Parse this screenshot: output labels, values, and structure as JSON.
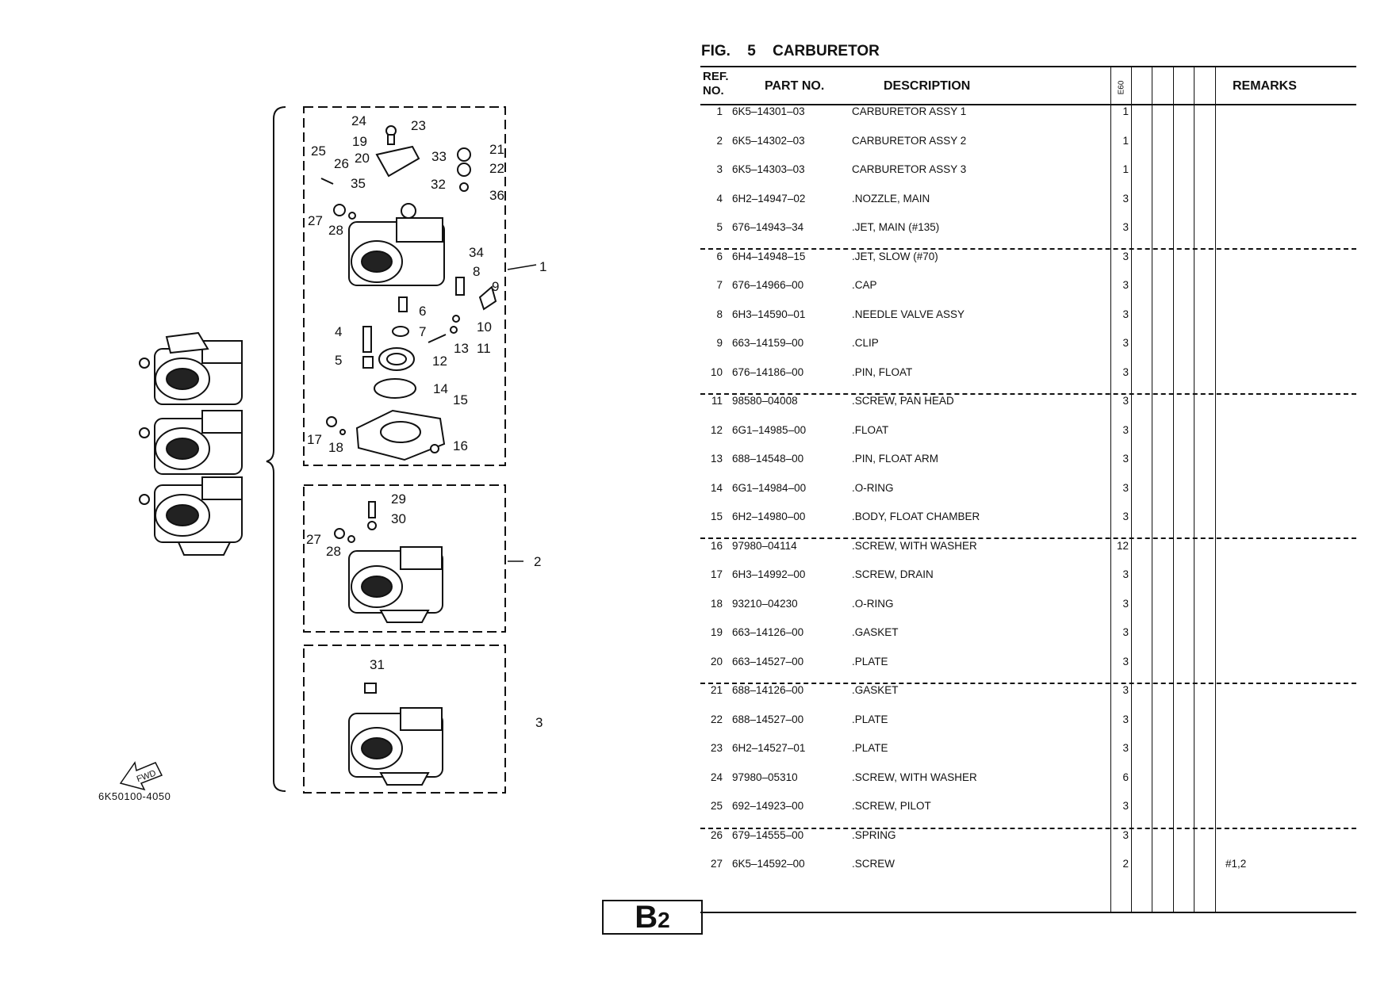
{
  "figure": {
    "fig_label": "FIG.",
    "fig_number": "5",
    "fig_title": "CARBURETOR"
  },
  "headers": {
    "ref": "REF.",
    "no": "NO.",
    "part_no": "PART NO.",
    "description": "DESCRIPTION",
    "model": "E60",
    "remarks": "REMARKS"
  },
  "rows": [
    {
      "ref": "1",
      "part": "6K5–14301–03",
      "desc": "CARBURETOR ASSY 1",
      "qty": "1",
      "rem": ""
    },
    {
      "ref": "2",
      "part": "6K5–14302–03",
      "desc": "CARBURETOR ASSY 2",
      "qty": "1",
      "rem": ""
    },
    {
      "ref": "3",
      "part": "6K5–14303–03",
      "desc": "CARBURETOR ASSY 3",
      "qty": "1",
      "rem": ""
    },
    {
      "ref": "4",
      "part": "6H2–14947–02",
      "desc": ".NOZZLE, MAIN",
      "qty": "3",
      "rem": ""
    },
    {
      "ref": "5",
      "part": "676–14943–34",
      "desc": ".JET, MAIN (#135)",
      "qty": "3",
      "rem": ""
    },
    {
      "ref": "6",
      "part": "6H4–14948–15",
      "desc": ".JET, SLOW (#70)",
      "qty": "3",
      "rem": ""
    },
    {
      "ref": "7",
      "part": "676–14966–00",
      "desc": ".CAP",
      "qty": "3",
      "rem": ""
    },
    {
      "ref": "8",
      "part": "6H3–14590–01",
      "desc": ".NEEDLE VALVE ASSY",
      "qty": "3",
      "rem": ""
    },
    {
      "ref": "9",
      "part": "663–14159–00",
      "desc": ".CLIP",
      "qty": "3",
      "rem": ""
    },
    {
      "ref": "10",
      "part": "676–14186–00",
      "desc": ".PIN, FLOAT",
      "qty": "3",
      "rem": ""
    },
    {
      "ref": "11",
      "part": "98580–04008",
      "desc": ".SCREW, PAN HEAD",
      "qty": "3",
      "rem": ""
    },
    {
      "ref": "12",
      "part": "6G1–14985–00",
      "desc": ".FLOAT",
      "qty": "3",
      "rem": ""
    },
    {
      "ref": "13",
      "part": "688–14548–00",
      "desc": ".PIN, FLOAT ARM",
      "qty": "3",
      "rem": ""
    },
    {
      "ref": "14",
      "part": "6G1–14984–00",
      "desc": ".O-RING",
      "qty": "3",
      "rem": ""
    },
    {
      "ref": "15",
      "part": "6H2–14980–00",
      "desc": ".BODY, FLOAT CHAMBER",
      "qty": "3",
      "rem": ""
    },
    {
      "ref": "16",
      "part": "97980–04114",
      "desc": ".SCREW, WITH WASHER",
      "qty": "12",
      "rem": ""
    },
    {
      "ref": "17",
      "part": "6H3–14992–00",
      "desc": ".SCREW, DRAIN",
      "qty": "3",
      "rem": ""
    },
    {
      "ref": "18",
      "part": "93210–04230",
      "desc": ".O-RING",
      "qty": "3",
      "rem": ""
    },
    {
      "ref": "19",
      "part": "663–14126–00",
      "desc": ".GASKET",
      "qty": "3",
      "rem": ""
    },
    {
      "ref": "20",
      "part": "663–14527–00",
      "desc": ".PLATE",
      "qty": "3",
      "rem": ""
    },
    {
      "ref": "21",
      "part": "688–14126–00",
      "desc": ".GASKET",
      "qty": "3",
      "rem": ""
    },
    {
      "ref": "22",
      "part": "688–14527–00",
      "desc": ".PLATE",
      "qty": "3",
      "rem": ""
    },
    {
      "ref": "23",
      "part": "6H2–14527–01",
      "desc": ".PLATE",
      "qty": "3",
      "rem": ""
    },
    {
      "ref": "24",
      "part": "97980–05310",
      "desc": ".SCREW, WITH WASHER",
      "qty": "6",
      "rem": ""
    },
    {
      "ref": "25",
      "part": "692–14923–00",
      "desc": ".SCREW, PILOT",
      "qty": "3",
      "rem": ""
    },
    {
      "ref": "26",
      "part": "679–14555–00",
      "desc": ".SPRING",
      "qty": "3",
      "rem": ""
    },
    {
      "ref": "27",
      "part": "6K5–14592–00",
      "desc": ".SCREW",
      "qty": "2",
      "rem": "#1,2"
    }
  ],
  "page": {
    "letter": "B",
    "number": "2"
  },
  "diagram": {
    "drawing_code": "6K50100-4050",
    "fwd": "FWD",
    "callouts": [
      "24",
      "23",
      "19",
      "20",
      "21",
      "22",
      "25",
      "26",
      "33",
      "35",
      "32",
      "36",
      "27",
      "28",
      "34",
      "8",
      "9",
      "1",
      "6",
      "4",
      "7",
      "10",
      "5",
      "13",
      "11",
      "12",
      "14",
      "15",
      "17",
      "18",
      "16",
      "29",
      "30",
      "27",
      "28",
      "2",
      "31",
      "3"
    ]
  }
}
